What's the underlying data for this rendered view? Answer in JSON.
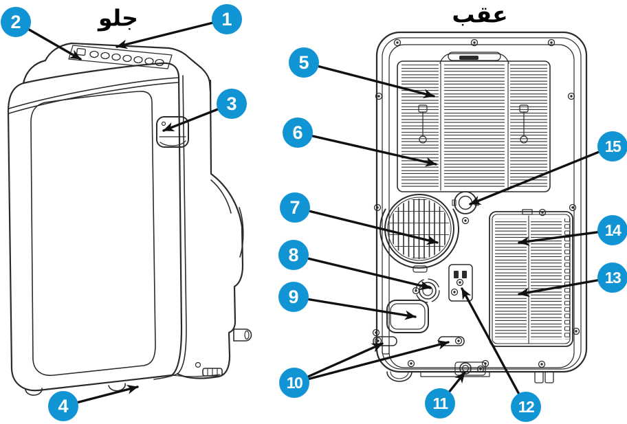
{
  "labels": {
    "front_view": "جلو",
    "back_view": "عقب"
  },
  "colors": {
    "callout_fill": "#1194d4",
    "callout_text": "#ffffff",
    "line_art": "#2b2b2b",
    "arrow": "#111111",
    "background": "#ffffff"
  },
  "callouts": [
    "1",
    "2",
    "3",
    "4",
    "5",
    "6",
    "7",
    "8",
    "9",
    "10",
    "11",
    "12",
    "13",
    "14",
    "15"
  ]
}
